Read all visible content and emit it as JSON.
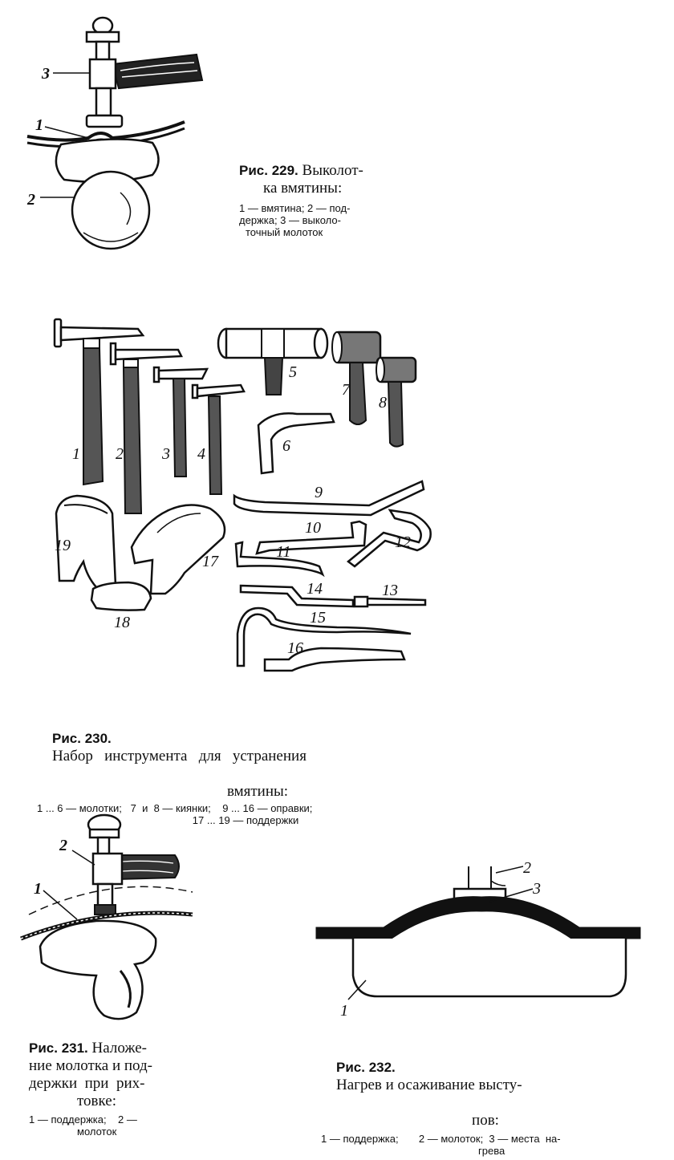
{
  "fig229": {
    "label": "Рис. 229.",
    "title_line1": "Выколот-",
    "title_line2": "ка вмятины:",
    "legend_line1": "1 — вмятина; 2 — под-",
    "legend_line2": "держка;  3 — выколо-",
    "legend_line3": "точный молоток",
    "callouts": [
      "1",
      "2",
      "3"
    ]
  },
  "fig230": {
    "label": "Рис. 230.",
    "title_line1": "Набор   инструмента   для   устранения",
    "title_line2": "вмятины:",
    "legend_line1": "1 ... 6 — молотки;   7  и  8 — киянки;    9 ... 16 — оправки;",
    "legend_line2": "17 ... 19 — поддержки",
    "callouts": [
      "1",
      "2",
      "3",
      "4",
      "5",
      "6",
      "7",
      "8",
      "9",
      "10",
      "11",
      "12",
      "13",
      "14",
      "15",
      "16",
      "17",
      "18",
      "19"
    ]
  },
  "fig231": {
    "label": "Рис. 231.",
    "title_line1": "Наложе-",
    "title_line2": "ние молотка и под-",
    "title_line3": "держки  при  рих-",
    "title_line4": "товке:",
    "legend_line1": "1 — поддержка;    2 —",
    "legend_line2": "молоток",
    "callouts": [
      "1",
      "2"
    ]
  },
  "fig232": {
    "label": "Рис. 232.",
    "title_line1": "Нагрев и осаживание высту-",
    "title_line2": "пов:",
    "legend_line1": "1 — поддержка;       2 — молоток;  3 — места  на-",
    "legend_line2": "грева",
    "callouts": [
      "1",
      "2",
      "3"
    ]
  }
}
